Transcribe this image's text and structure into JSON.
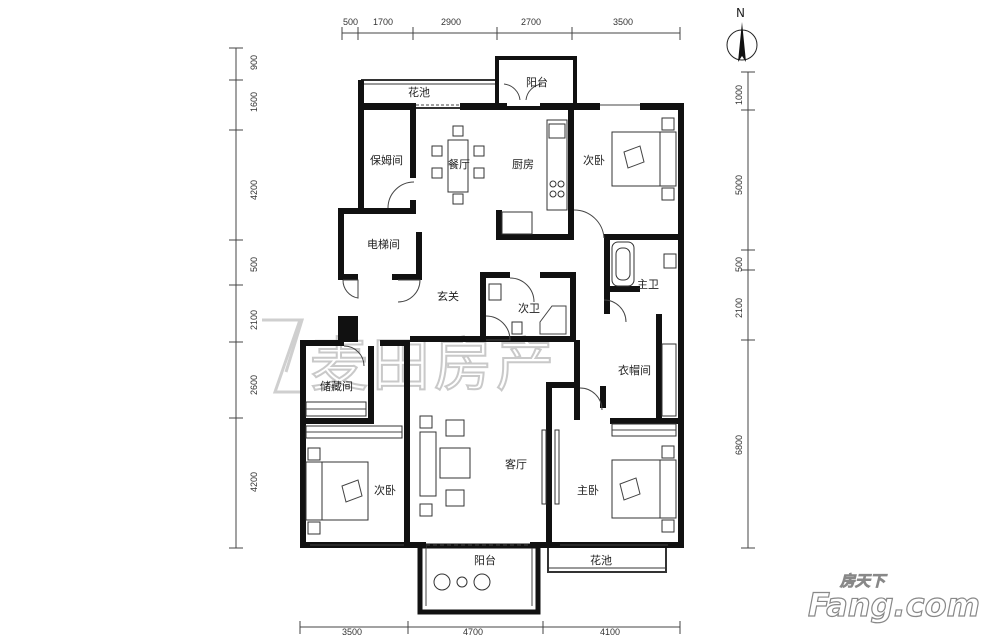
{
  "rooms": {
    "flower_bed_top": "花池",
    "balcony_top": "阳台",
    "nanny_room": "保姆间",
    "dining": "餐厅",
    "kitchen": "厨房",
    "bedroom_ne": "次卧",
    "elevator": "电梯间",
    "master_bath": "主卫",
    "foyer": "玄关",
    "guest_bath": "次卫",
    "storage": "储藏间",
    "cloakroom": "衣帽间",
    "living": "客厅",
    "bedroom_sw": "次卧",
    "master_bed": "主卧",
    "balcony_bottom": "阳台",
    "flower_bed_bottom": "花池"
  },
  "dimensions": {
    "top": [
      "500",
      "1700",
      "2900",
      "2700",
      "3500"
    ],
    "bottom": [
      "3500",
      "4700",
      "4100"
    ],
    "left": [
      "900",
      "1600",
      "4200",
      "500",
      "2100",
      "2600",
      "4200"
    ],
    "right": [
      "1000",
      "5000",
      "500",
      "2100",
      "6800"
    ]
  },
  "compass": {
    "label": "N"
  },
  "watermark": {
    "text": "麦田房产"
  },
  "brand": {
    "cn": "房天下",
    "en": "Fang.com"
  }
}
